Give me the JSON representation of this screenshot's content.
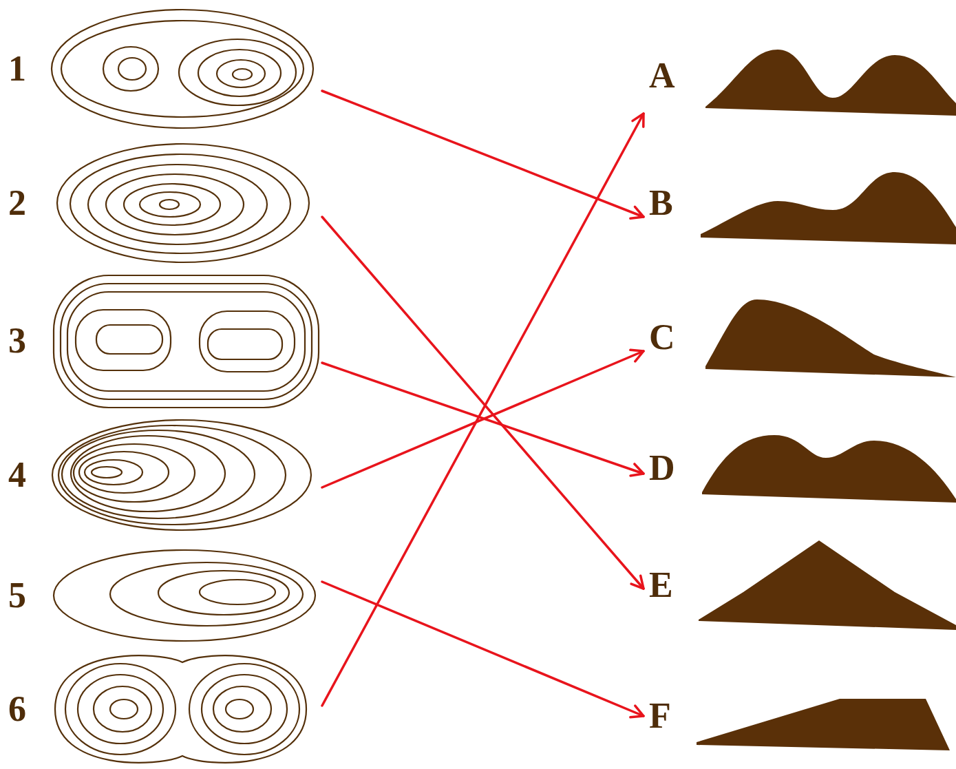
{
  "diagram": {
    "nodes": [
      {
        "text": [
          "1"
        ]
      },
      {
        "text": [
          "2"
        ]
      },
      {
        "text": [
          "3"
        ]
      },
      {
        "text": [
          "4"
        ]
      },
      {
        "text": [
          "5"
        ]
      },
      {
        "text": [
          "6"
        ]
      },
      {
        "text": [
          "A"
        ]
      },
      {
        "text": [
          "B"
        ]
      },
      {
        "text": [
          "C"
        ]
      },
      {
        "text": [
          "D"
        ]
      },
      {
        "text": [
          "E"
        ]
      },
      {
        "text": [
          "F"
        ]
      }
    ],
    "edges": [
      {
        "from": 0,
        "to": 7,
        "arrow": "to"
      },
      {
        "from": 1,
        "to": 10,
        "arrow": "to"
      },
      {
        "from": 2,
        "to": 9,
        "arrow": "to"
      },
      {
        "from": 3,
        "to": 8,
        "arrow": "to"
      },
      {
        "from": 4,
        "to": 11,
        "arrow": "to"
      },
      {
        "from": 5,
        "to": 6,
        "arrow": "to"
      }
    ]
  }
}
